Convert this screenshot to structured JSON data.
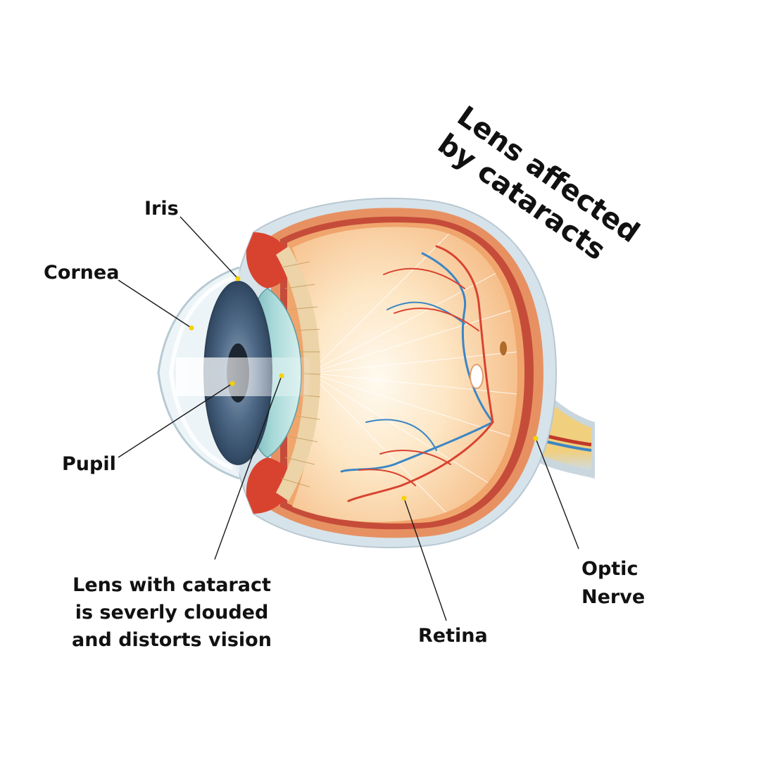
{
  "title": {
    "line1": "Lens affected",
    "line2": "by cataracts"
  },
  "labels": {
    "iris": "Iris",
    "cornea": "Cornea",
    "pupil": "Pupil",
    "lens": [
      "Lens with cataract",
      "is severly clouded",
      "and distorts vision"
    ],
    "retina": "Retina",
    "optic_nerve": [
      "Optic",
      "Nerve"
    ]
  },
  "colors": {
    "marker": "#f5d100",
    "sclera": "#d7e3ea",
    "choroid": "#e8876a",
    "vitreous": "#f6c88f",
    "iris": "#4c6685",
    "lens": "#8fc9c9",
    "vessel_red": "#d8432f",
    "vessel_blue": "#3c86c4",
    "optic_nerve": "#f2d58c"
  }
}
